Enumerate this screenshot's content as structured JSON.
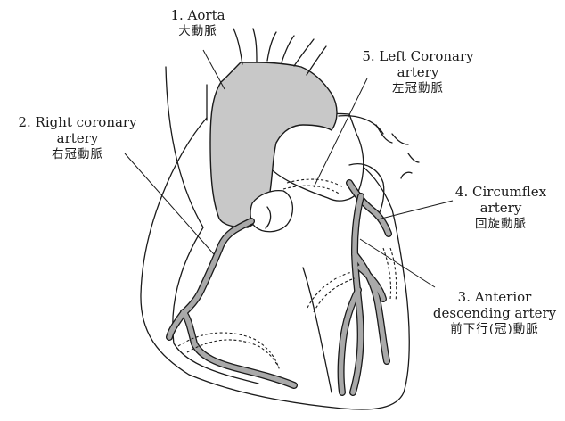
{
  "labels": {
    "aorta": {
      "number": "1.",
      "name": "Aorta",
      "japanese": "大動脈"
    },
    "right_coronary": {
      "number": "2.",
      "line1": "Right coronary",
      "line2": "artery",
      "japanese": "右冠動脈"
    },
    "anterior_descending": {
      "number": "3.",
      "line1": "Anterior",
      "line2": "descending artery",
      "japanese": "前下行(冠)動脈"
    },
    "circumflex": {
      "number": "4.",
      "line1": "Circumflex",
      "line2": "artery",
      "japanese": "回旋動脈"
    },
    "left_coronary": {
      "number": "5.",
      "line1": "Left Coronary",
      "line2": "artery",
      "japanese": "左冠動脈"
    }
  },
  "colors": {
    "aorta_fill": "#c8c8c8",
    "vessel_fill": "#a9a9a9",
    "outline": "#1a1a1a"
  }
}
